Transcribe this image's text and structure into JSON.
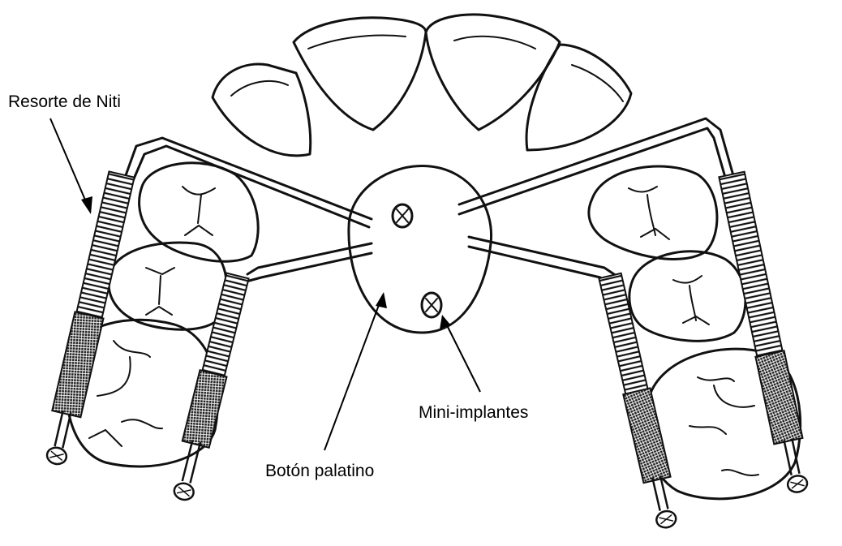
{
  "labels": {
    "spring": "Resorte de Niti",
    "mini_implants": "Mini-implantes",
    "palatal_button": "Botón palatino"
  },
  "colors": {
    "ink": "#111111",
    "background": "#ffffff"
  }
}
